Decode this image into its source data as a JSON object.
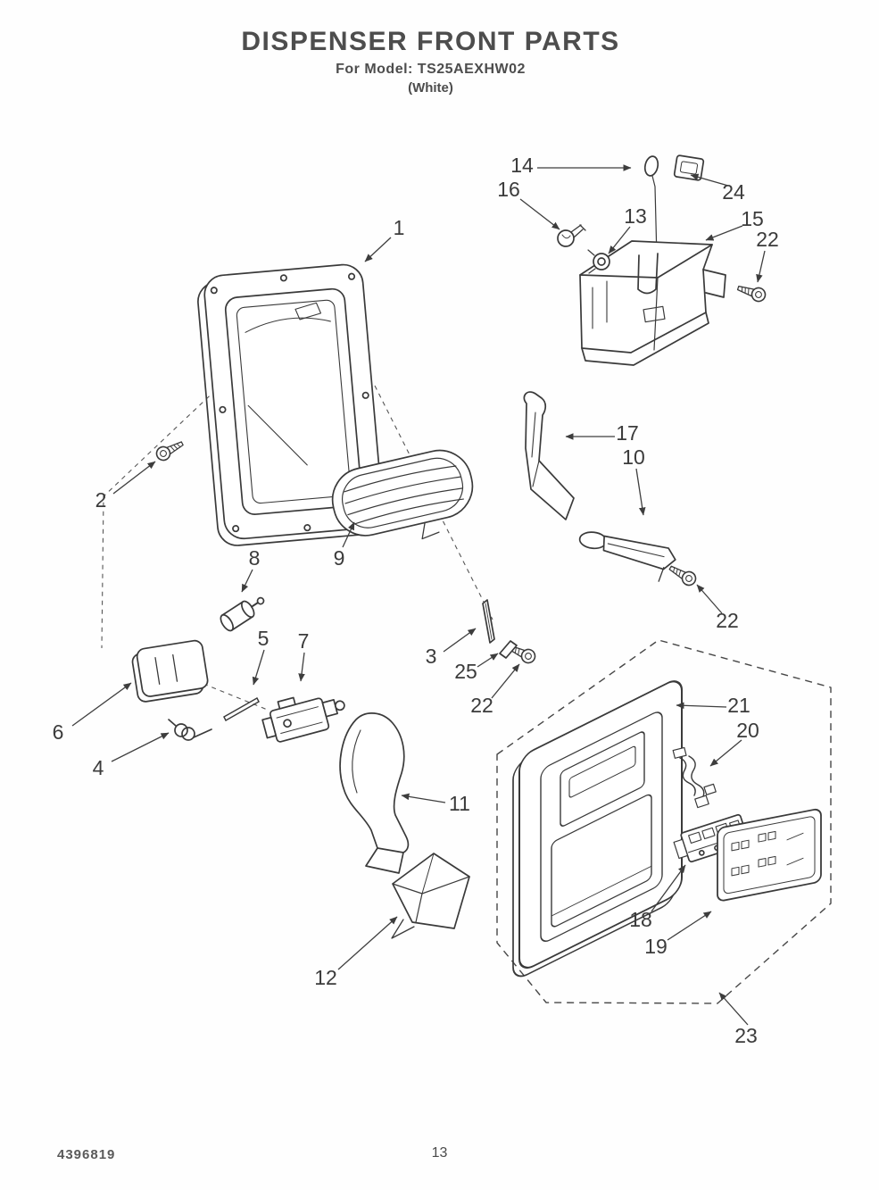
{
  "header": {
    "title": "DISPENSER FRONT PARTS",
    "model": "For Model: TS25AEXHW02",
    "finish": "(White)"
  },
  "footer": {
    "doc_number": "4396819",
    "page_number": "13"
  },
  "callouts": [
    {
      "label": "1"
    },
    {
      "label": "2"
    },
    {
      "label": "3"
    },
    {
      "label": "4"
    },
    {
      "label": "5"
    },
    {
      "label": "6"
    },
    {
      "label": "7"
    },
    {
      "label": "8"
    },
    {
      "label": "9"
    },
    {
      "label": "10"
    },
    {
      "label": "11"
    },
    {
      "label": "12"
    },
    {
      "label": "13"
    },
    {
      "label": "14"
    },
    {
      "label": "15"
    },
    {
      "label": "16"
    },
    {
      "label": "17"
    },
    {
      "label": "18"
    },
    {
      "label": "19"
    },
    {
      "label": "20"
    },
    {
      "label": "21"
    },
    {
      "label": "22"
    },
    {
      "label": "22"
    },
    {
      "label": "22"
    },
    {
      "label": "23"
    },
    {
      "label": "24"
    },
    {
      "label": "25"
    }
  ]
}
